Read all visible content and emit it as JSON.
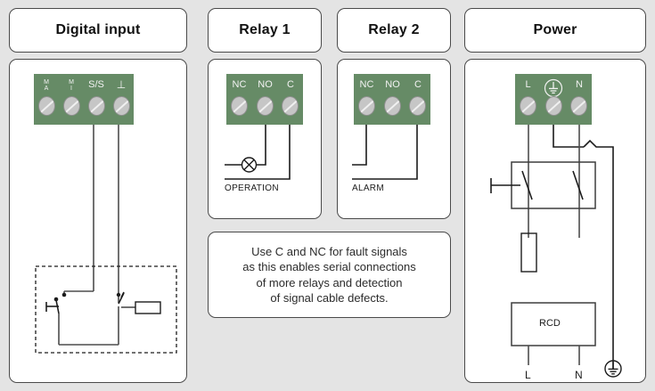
{
  "meta": {
    "background_color": "#e4e4e4",
    "terminal_green": "#668b66",
    "wire_color": "#4d4d4d",
    "screw_color": "#c6c6c6"
  },
  "panels": [
    {
      "id": "digital-input",
      "title": "Digital input",
      "terminals": [
        {
          "label": "M\nA",
          "name": "ma"
        },
        {
          "label": "M\nI",
          "name": "mi"
        },
        {
          "label": "S/S",
          "name": "ss"
        },
        {
          "label": "⊥",
          "name": "earth"
        }
      ]
    },
    {
      "id": "relay-1",
      "title": "Relay 1",
      "terminals": [
        {
          "label": "NC",
          "name": "nc"
        },
        {
          "label": "NO",
          "name": "no"
        },
        {
          "label": "C",
          "name": "c"
        }
      ],
      "caption": "OPERATION",
      "symbol": "lamp"
    },
    {
      "id": "relay-2",
      "title": "Relay 2",
      "terminals": [
        {
          "label": "NC",
          "name": "nc"
        },
        {
          "label": "NO",
          "name": "no"
        },
        {
          "label": "C",
          "name": "c"
        }
      ],
      "caption": "ALARM",
      "symbol": "none"
    },
    {
      "id": "power",
      "title": "Power",
      "terminals": [
        {
          "label": "L",
          "name": "line"
        },
        {
          "label": "⏚",
          "name": "protective-earth"
        },
        {
          "label": "N",
          "name": "neutral"
        }
      ],
      "rcd_label": "RCD",
      "bottom_labels": {
        "line": "L",
        "neutral": "N",
        "earth": "⏚"
      }
    }
  ],
  "note": {
    "line1": "Use C and NC for fault signals",
    "line2": "as this enables serial connections",
    "line3": "of more relays and detection",
    "line4": "of signal cable defects."
  }
}
